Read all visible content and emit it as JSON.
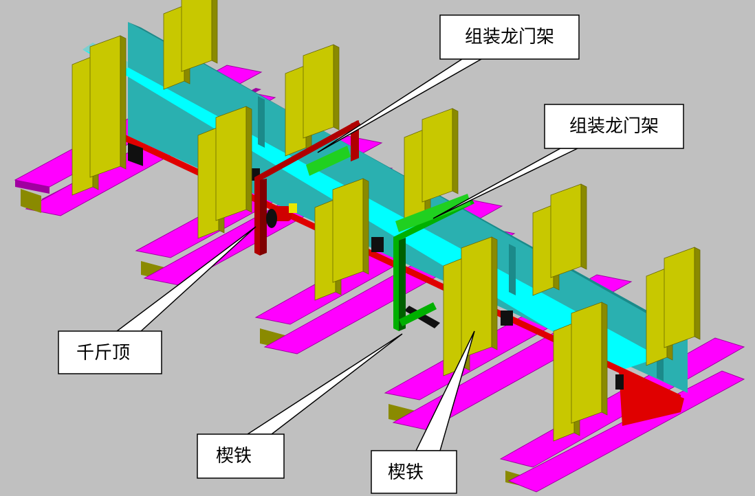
{
  "callouts": [
    {
      "id": "gantry-1",
      "text": "组装龙门架"
    },
    {
      "id": "gantry-2",
      "text": "组装龙门架"
    },
    {
      "id": "jack",
      "text": "千斤顶"
    },
    {
      "id": "wedge-1",
      "text": "楔铁"
    },
    {
      "id": "wedge-2",
      "text": "楔铁"
    }
  ],
  "colors": {
    "background": "#c0c0c0",
    "base_beam": "#ff00ff",
    "base_beam_dark": "#a000a0",
    "column": "#c8c800",
    "column_dark": "#8a8a00",
    "girder_web": "#2ab0b0",
    "girder_top": "#00ffff",
    "girder_bottom": "#e00000",
    "gantry_red": "#b00000",
    "gantry_green": "#00b000",
    "wedge_green": "#20d020",
    "jack_red": "#d00000",
    "jack_yellow": "#e8e800",
    "block_black": "#101010",
    "label_fill": "#ffffff",
    "label_stroke": "#000000"
  }
}
